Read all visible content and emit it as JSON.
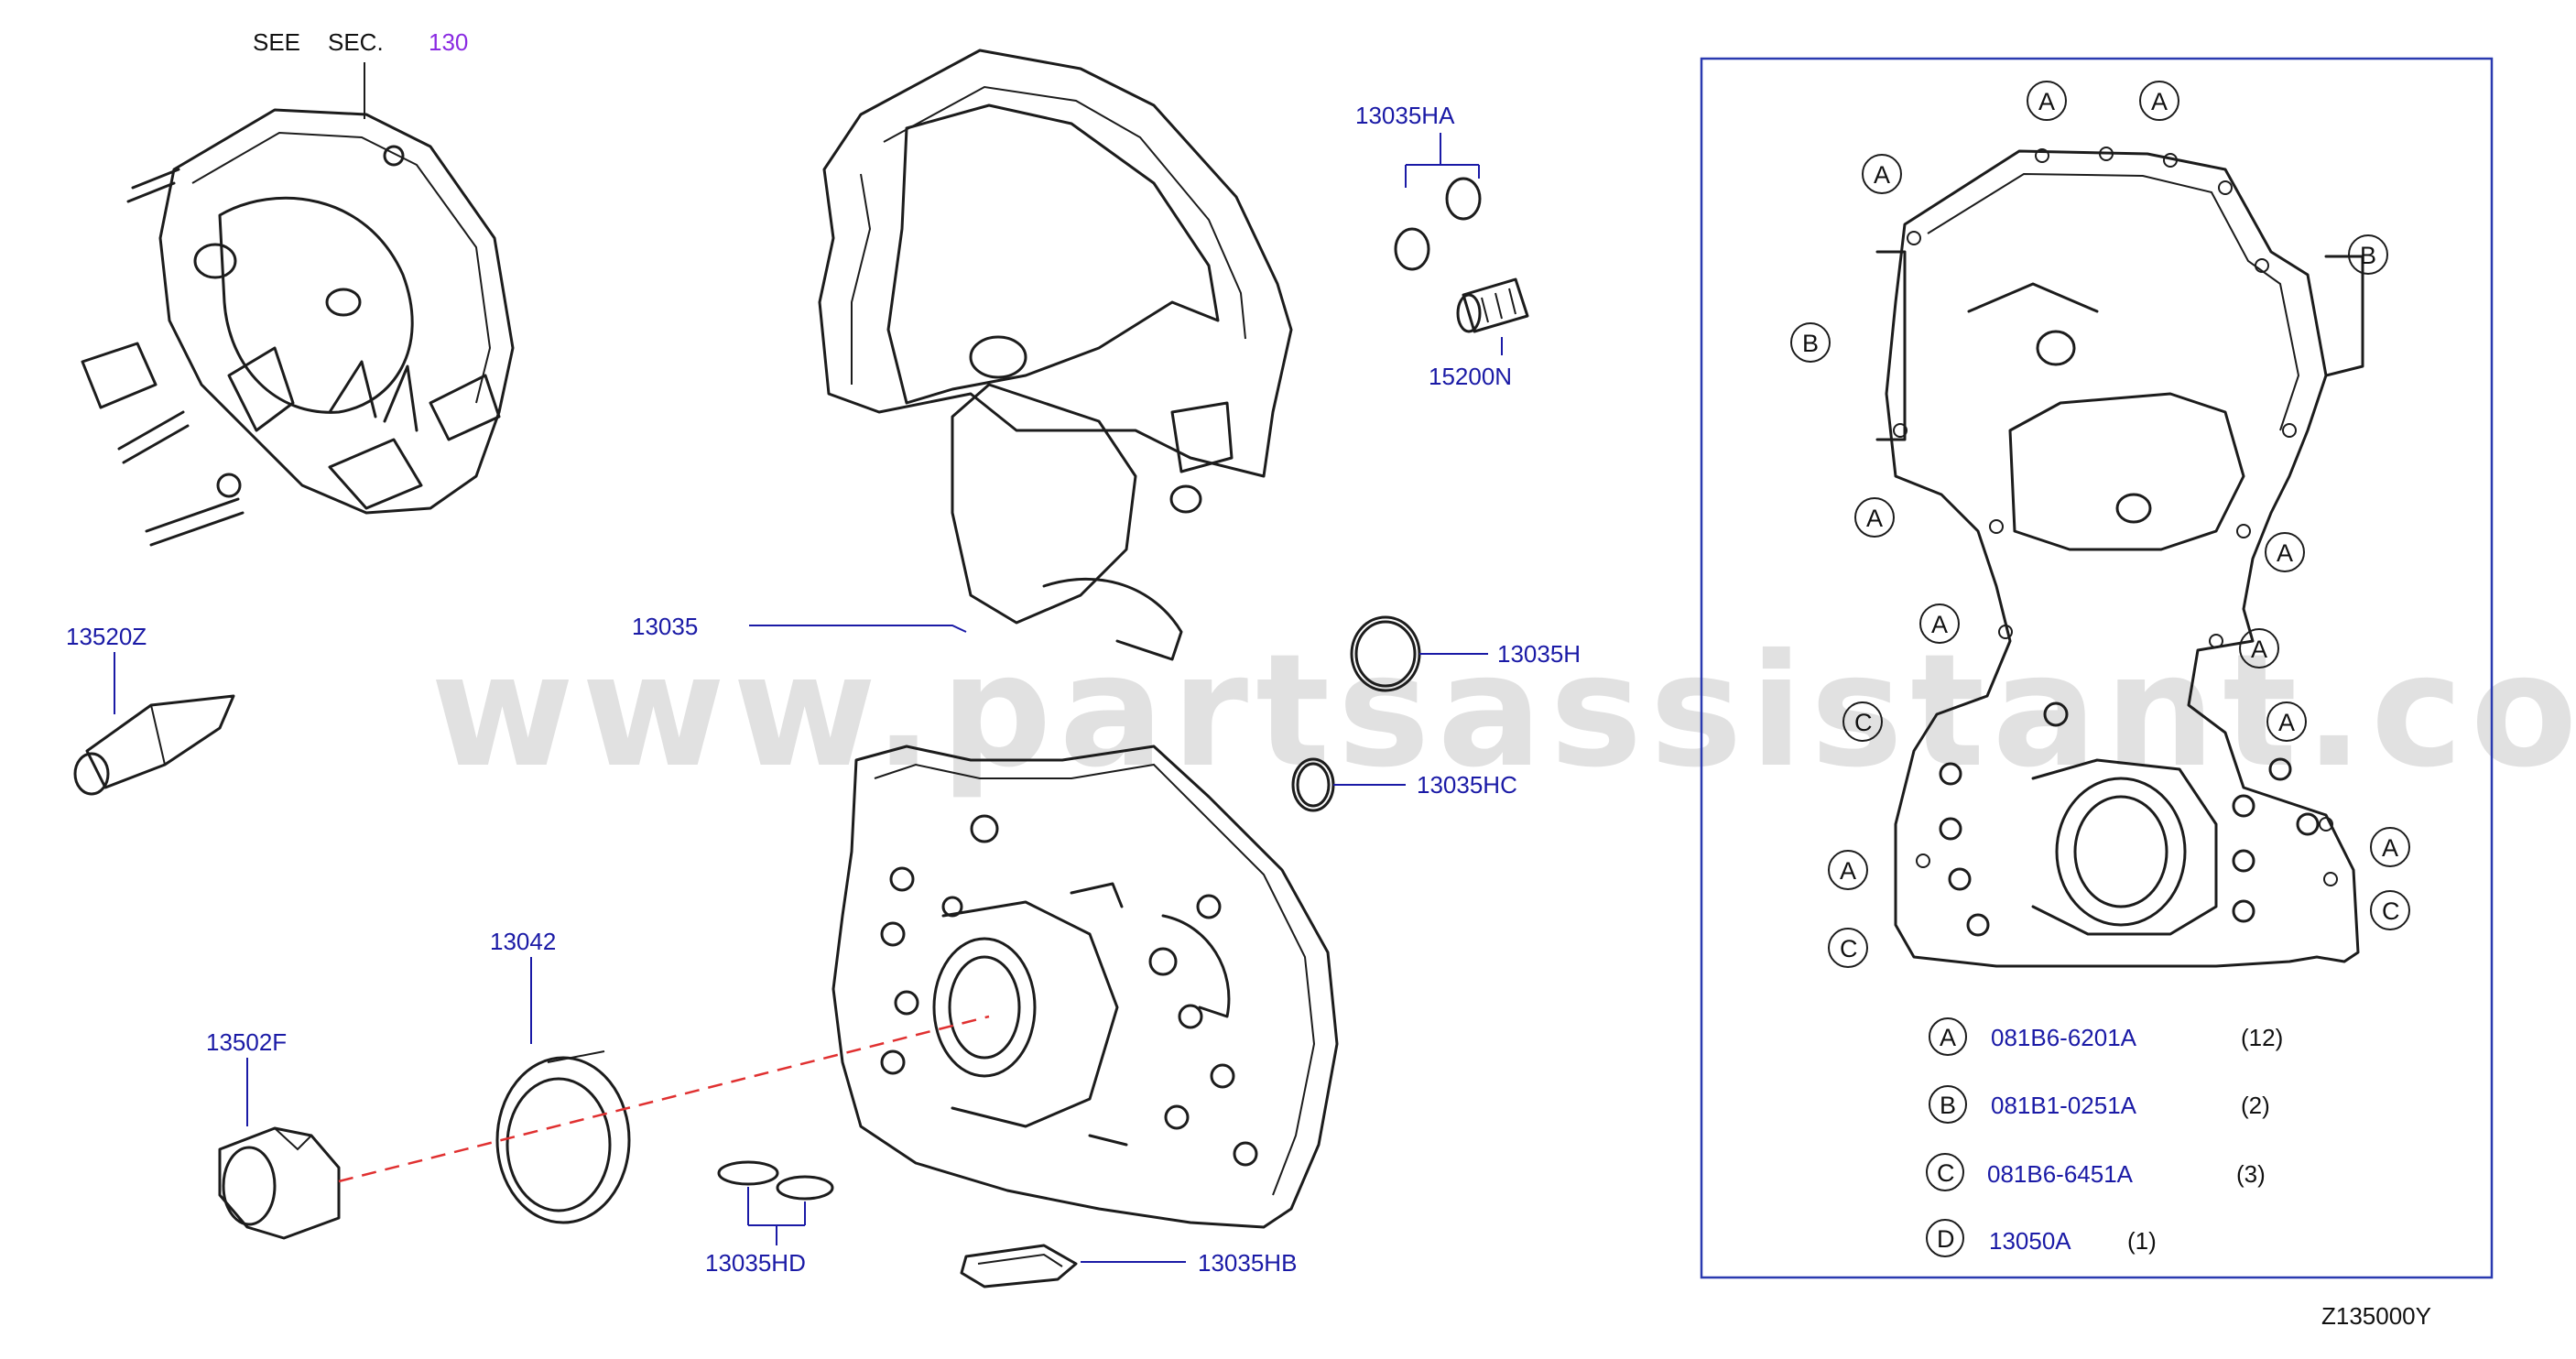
{
  "header": {
    "see_text": "SEE",
    "sec_text": "SEC.",
    "sec_number": "130"
  },
  "watermark": "www.partsassistant.com",
  "parts": [
    {
      "id": "p13035",
      "label": "13035"
    },
    {
      "id": "p13035HA",
      "label": "13035HA"
    },
    {
      "id": "p15200N",
      "label": "15200N"
    },
    {
      "id": "p13035H",
      "label": "13035H"
    },
    {
      "id": "p13035HC",
      "label": "13035HC"
    },
    {
      "id": "p13520Z",
      "label": "13520Z"
    },
    {
      "id": "p13042",
      "label": "13042"
    },
    {
      "id": "p13502F",
      "label": "13502F"
    },
    {
      "id": "p13035HD",
      "label": "13035HD"
    },
    {
      "id": "p13035HB",
      "label": "13035HB"
    }
  ],
  "legend": [
    {
      "letter": "A",
      "part": "081B6-6201A",
      "qty": "(12)"
    },
    {
      "letter": "B",
      "part": "081B1-0251A",
      "qty": "(2)"
    },
    {
      "letter": "C",
      "part": "081B6-6451A",
      "qty": "(3)"
    },
    {
      "letter": "D",
      "part": "13050A",
      "qty": "(1)"
    }
  ],
  "callout_letters": {
    "a": "A",
    "b": "B",
    "c": "C"
  },
  "diagram_code": "Z135000Y",
  "colors": {
    "label_blue": "#1a1aa6",
    "sec_purple": "#8a2be2",
    "dash_red": "#e03030",
    "frame_blue": "#2a3ab0"
  }
}
